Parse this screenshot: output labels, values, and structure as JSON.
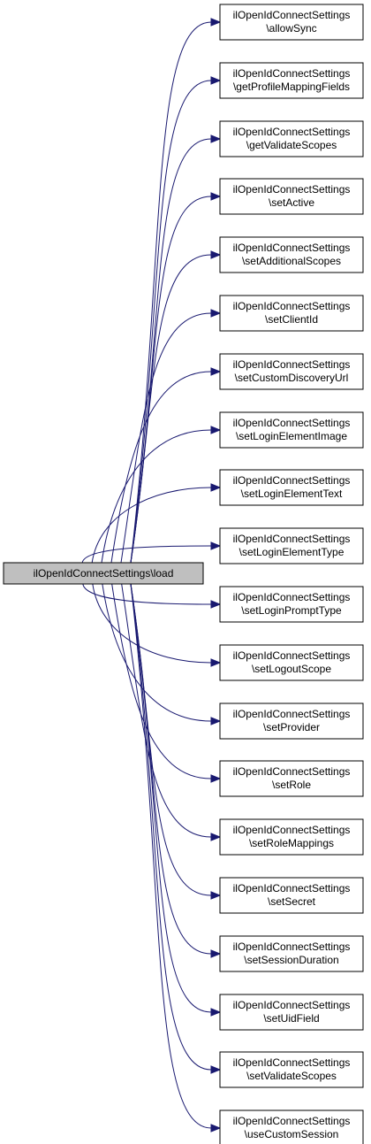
{
  "source": {
    "label": "ilOpenIdConnectSettings\\load"
  },
  "targets": [
    {
      "line1": "ilOpenIdConnectSettings",
      "line2": "\\allowSync"
    },
    {
      "line1": "ilOpenIdConnectSettings",
      "line2": "\\getProfileMappingFields"
    },
    {
      "line1": "ilOpenIdConnectSettings",
      "line2": "\\getValidateScopes"
    },
    {
      "line1": "ilOpenIdConnectSettings",
      "line2": "\\setActive"
    },
    {
      "line1": "ilOpenIdConnectSettings",
      "line2": "\\setAdditionalScopes"
    },
    {
      "line1": "ilOpenIdConnectSettings",
      "line2": "\\setClientId"
    },
    {
      "line1": "ilOpenIdConnectSettings",
      "line2": "\\setCustomDiscoveryUrl"
    },
    {
      "line1": "ilOpenIdConnectSettings",
      "line2": "\\setLoginElementImage"
    },
    {
      "line1": "ilOpenIdConnectSettings",
      "line2": "\\setLoginElementText"
    },
    {
      "line1": "ilOpenIdConnectSettings",
      "line2": "\\setLoginElementType"
    },
    {
      "line1": "ilOpenIdConnectSettings",
      "line2": "\\setLoginPromptType"
    },
    {
      "line1": "ilOpenIdConnectSettings",
      "line2": "\\setLogoutScope"
    },
    {
      "line1": "ilOpenIdConnectSettings",
      "line2": "\\setProvider"
    },
    {
      "line1": "ilOpenIdConnectSettings",
      "line2": "\\setRole"
    },
    {
      "line1": "ilOpenIdConnectSettings",
      "line2": "\\setRoleMappings"
    },
    {
      "line1": "ilOpenIdConnectSettings",
      "line2": "\\setSecret"
    },
    {
      "line1": "ilOpenIdConnectSettings",
      "line2": "\\setSessionDuration"
    },
    {
      "line1": "ilOpenIdConnectSettings",
      "line2": "\\setUidField"
    },
    {
      "line1": "ilOpenIdConnectSettings",
      "line2": "\\setValidateScopes"
    },
    {
      "line1": "ilOpenIdConnectSettings",
      "line2": "\\useCustomSession"
    }
  ],
  "colors": {
    "edge": "#191970",
    "source_fill": "#bfbfbf",
    "node_fill": "#ffffff",
    "border": "#000000"
  }
}
